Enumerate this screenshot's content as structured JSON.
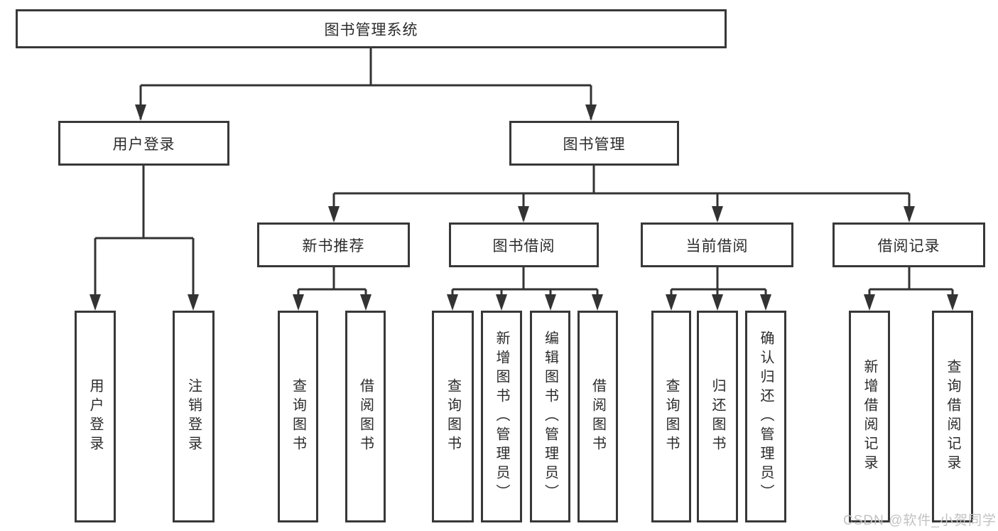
{
  "tree": {
    "root": "图书管理系统",
    "branches": [
      {
        "label": "用户登录",
        "leaves": [
          "用户登录",
          "注销登录"
        ]
      },
      {
        "label": "图书管理",
        "branches": [
          {
            "label": "新书推荐",
            "leaves": [
              "查询图书",
              "借阅图书"
            ]
          },
          {
            "label": "图书借阅",
            "leaves": [
              "查询图书",
              "新增图书（管理员）",
              "编辑图书（管理员）",
              "借阅图书"
            ]
          },
          {
            "label": "当前借阅",
            "leaves": [
              "查询图书",
              "归还图书",
              "确认归还（管理员）"
            ]
          },
          {
            "label": "借阅记录",
            "leaves": [
              "新增借阅记录",
              "查询借阅记录"
            ]
          }
        ]
      }
    ]
  },
  "watermark": "CSDN @软件_小贺同学",
  "colors": {
    "line": "#333333",
    "box_border": "#383838",
    "text": "#2b2b2b",
    "watermark": "#c2c2c2",
    "background": "#ffffff"
  }
}
